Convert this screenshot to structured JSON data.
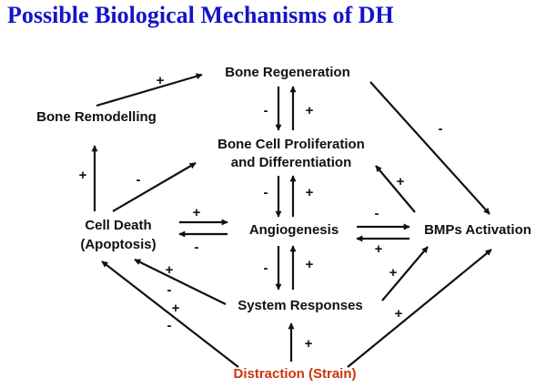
{
  "title": "Possible Biological Mechanisms of DH",
  "nodes": {
    "bone_regeneration": "Bone Regeneration",
    "bone_remodelling": "Bone Remodelling",
    "proliferation_line1": "Bone Cell Proliferation",
    "proliferation_line2": "and Differentiation",
    "cell_death_line1": "Cell Death",
    "cell_death_line2": "(Apoptosis)",
    "angiogenesis": "Angiogenesis",
    "bmps_activation": "BMPs Activation",
    "system_responses": "System Responses",
    "distraction": "Distraction (Strain)"
  },
  "signs": {
    "plus": "+",
    "minus": "-"
  },
  "colors": {
    "title": "#1414c8",
    "text": "#111111",
    "distraction": "#cc3311"
  }
}
